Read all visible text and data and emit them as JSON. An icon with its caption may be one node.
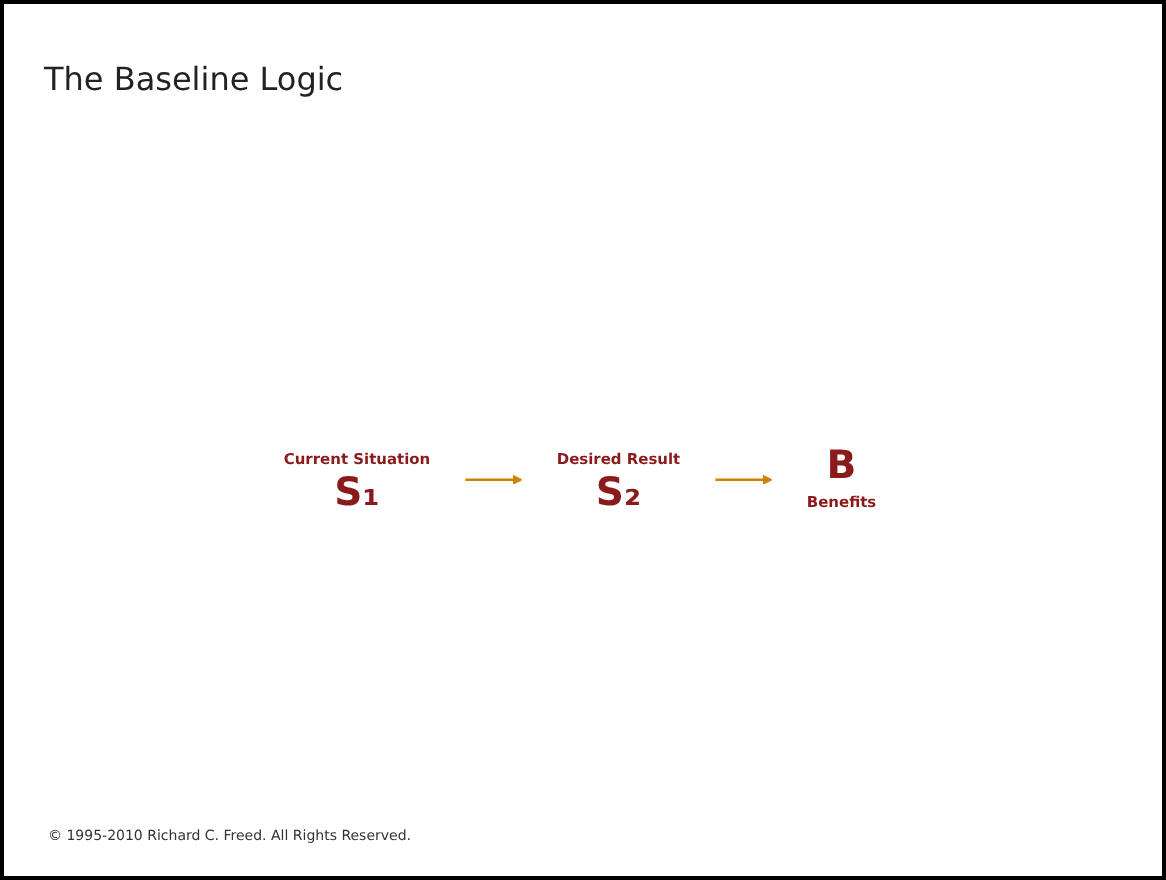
{
  "diagram": {
    "title": "The Baseline Logic",
    "nodes": [
      {
        "text": [
          "Current Situation",
          "S₁"
        ]
      },
      {
        "text": [
          "Desired Result",
          "S₂"
        ]
      },
      {
        "text": [
          "B",
          "Benefits"
        ]
      }
    ],
    "edges": [
      {
        "from": 0,
        "to": 1,
        "arrow": "to",
        "color": "#cc8400"
      },
      {
        "from": 1,
        "to": 2,
        "arrow": "to",
        "color": "#cc8400"
      }
    ],
    "labels": [
      "© 1995-2010  Richard C. Freed. All Rights Reserved."
    ]
  }
}
